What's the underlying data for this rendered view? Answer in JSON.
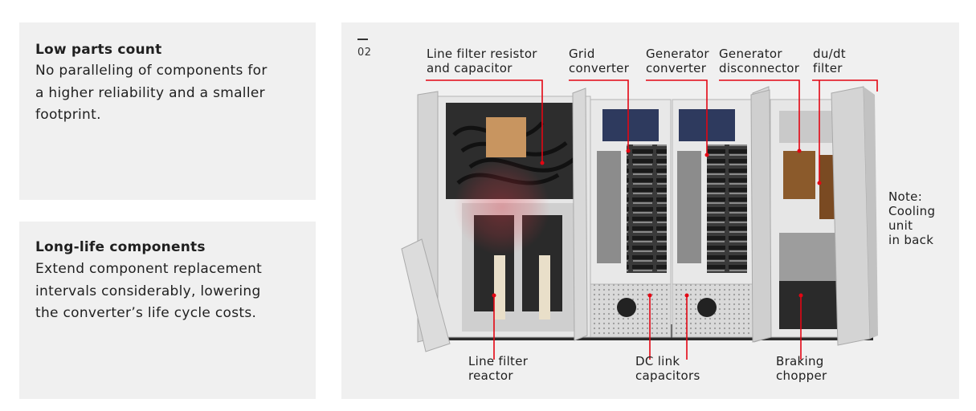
{
  "cards": [
    {
      "title": "Low parts count",
      "lines": [
        "No paralleling of components for",
        "a higher reliability and a smaller",
        "footprint."
      ]
    },
    {
      "title": "Long-life components",
      "lines": [
        "Extend component replacement",
        "intervals considerably, lowering",
        "the converter’s life cycle costs."
      ]
    }
  ],
  "figure": {
    "number": "02",
    "top_labels": [
      {
        "lines": [
          "Line filter resistor",
          "and capacitor"
        ]
      },
      {
        "lines": [
          "Grid",
          "converter"
        ]
      },
      {
        "lines": [
          "Generator",
          "converter"
        ]
      },
      {
        "lines": [
          "Generator",
          "disconnector"
        ]
      },
      {
        "lines": [
          "du/dt",
          "filter"
        ]
      }
    ],
    "bottom_labels": [
      {
        "lines": [
          "Line filter",
          "reactor"
        ]
      },
      {
        "lines": [
          "DC link",
          "capacitors"
        ]
      },
      {
        "lines": [
          "Braking",
          "chopper"
        ]
      }
    ],
    "note": {
      "lines": [
        "Note:",
        "Cooling",
        "unit",
        "in back"
      ]
    },
    "accent_color": "#e30613"
  }
}
